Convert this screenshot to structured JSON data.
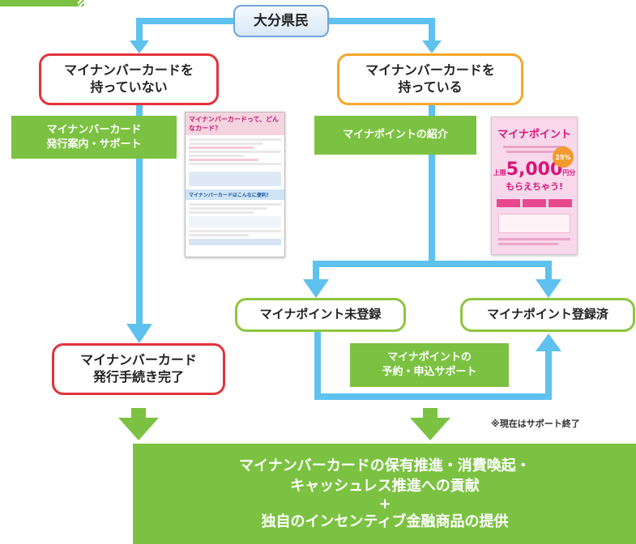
{
  "root": "大分県民",
  "left_branch": {
    "status": [
      "マイナンバーカードを",
      "持っていない"
    ],
    "support": [
      "マイナンバーカード",
      "発行案内・サポート"
    ],
    "result": [
      "マイナンバーカード",
      "発行手続き完了"
    ],
    "flyer": {
      "title": "マイナンバーカードって、どんなカード？",
      "sub": "マイナンバーカードはこんなに便利！"
    }
  },
  "right_branch": {
    "status": [
      "マイナンバーカードを",
      "持っている"
    ],
    "intro": "マイナポイントの紹介",
    "unregistered": "マイナポイント未登録",
    "registered": "マイナポイント登録済",
    "support": [
      "マイナポイントの",
      "予約・申込サポート"
    ],
    "flyer": {
      "brand": "マイナポイント",
      "amount_prefix": "上限",
      "amount": "5,000",
      "amount_suffix": "円分",
      "badge": "25%",
      "tagline": "もらえちゃう!"
    }
  },
  "note": "※現在はサポート終了",
  "bottom": {
    "line1": "マイナンバーカードの保有推進・消費喚起・",
    "line2": "キャッシュレス推進への貢献",
    "plus": "+",
    "line3": "独自のインセンティブ金融商品の提供"
  },
  "colors": {
    "arrow_blue": "#5ec1ee",
    "arrow_green": "#7cc242",
    "red": "#e2333b",
    "orange": "#f5a72a",
    "green_border": "#8cc63f",
    "root_border": "#6fa3d9"
  }
}
